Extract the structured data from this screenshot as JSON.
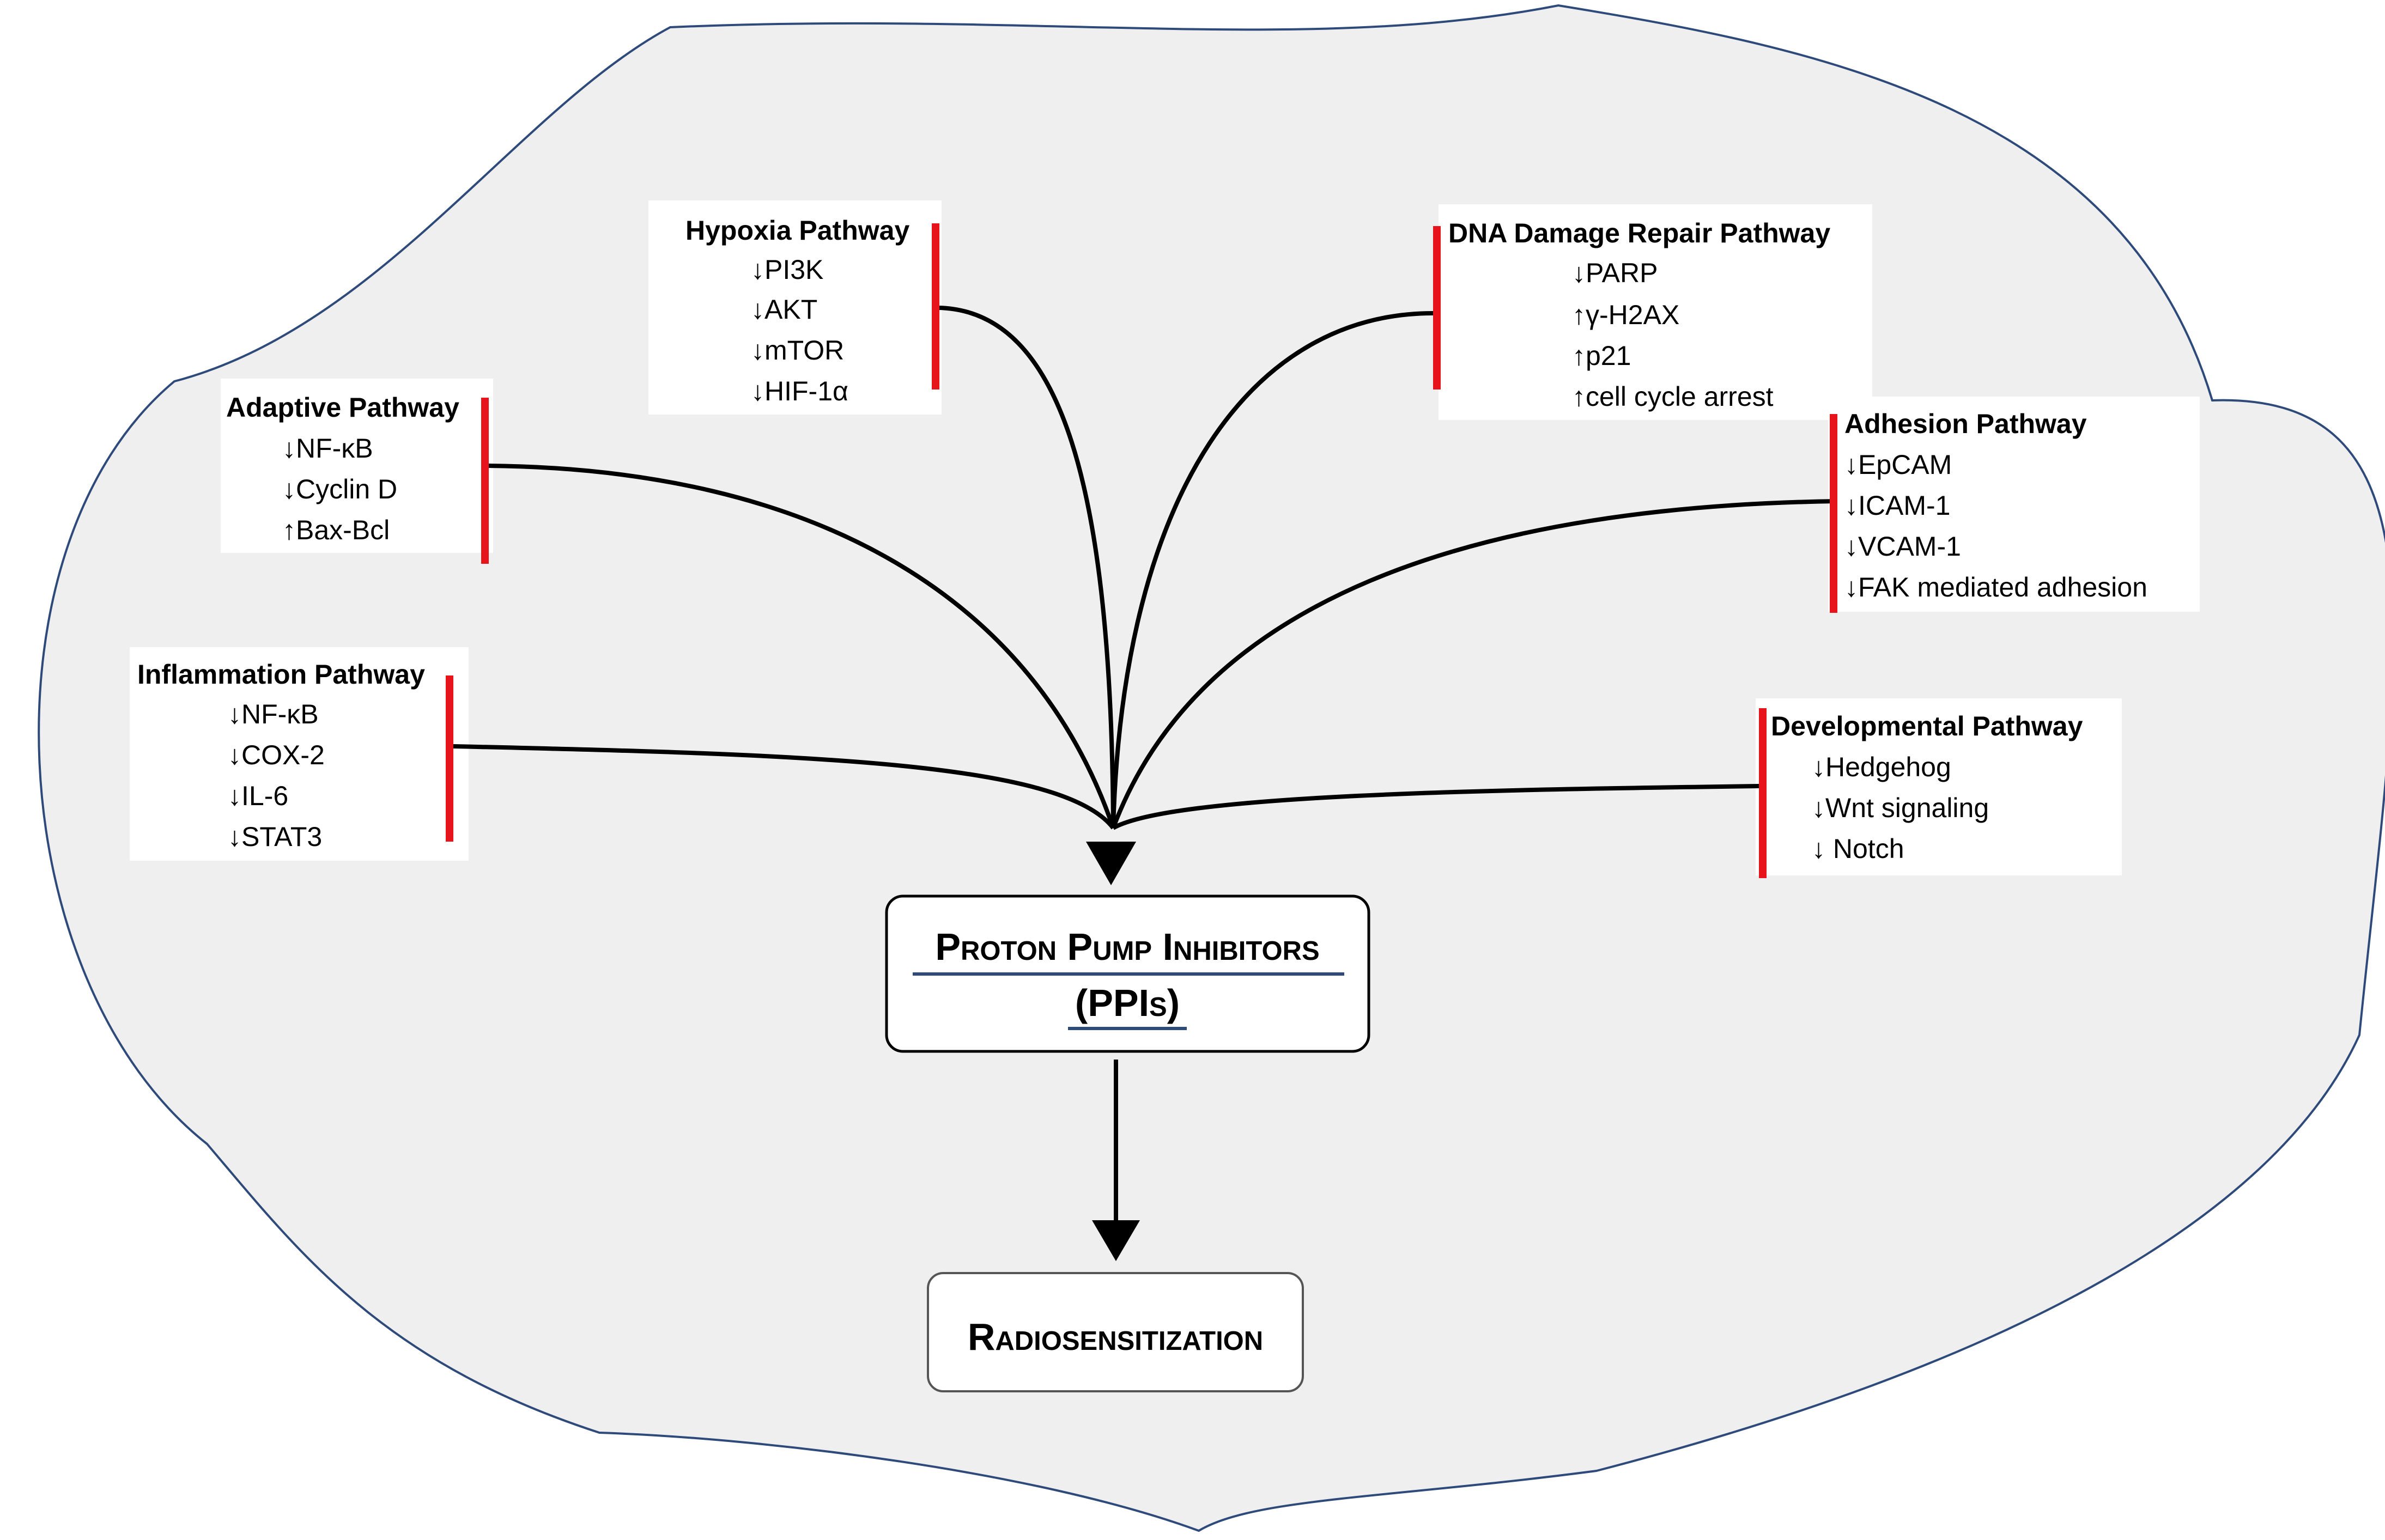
{
  "diagram": {
    "pathways": [
      {
        "id": "hypoxia",
        "title": "Hypoxia Pathway",
        "items": [
          "↓PI3K",
          "↓AKT",
          "↓mTOR",
          "↓HIF-1α"
        ]
      },
      {
        "id": "dna",
        "title": "DNA Damage Repair Pathway",
        "items": [
          "↓PARP",
          "↑γ-H2AX",
          "↑p21",
          "↑cell cycle arrest"
        ]
      },
      {
        "id": "adaptive",
        "title": "Adaptive Pathway",
        "items": [
          "↓NF-κB",
          "↓Cyclin D",
          "↑Bax-Bcl"
        ]
      },
      {
        "id": "adhesion",
        "title": "Adhesion Pathway",
        "items": [
          "↓EpCAM",
          "↓ICAM-1",
          "↓VCAM-1",
          "↓FAK mediated adhesion"
        ]
      },
      {
        "id": "inflammation",
        "title": "Inflammation Pathway",
        "items": [
          "↓NF-κB",
          "↓COX-2",
          "↓IL-6",
          "↓STAT3"
        ]
      },
      {
        "id": "developmental",
        "title": "Developmental Pathway",
        "items": [
          "↓Hedgehog",
          "↓Wnt signaling",
          "↓ Notch"
        ]
      }
    ],
    "center": {
      "line1": "Proton Pump Inhibitors",
      "line2": "(PPIs)"
    },
    "outcome": {
      "label": "Radiosensitization"
    },
    "colors": {
      "background_shape": "#efefef",
      "outline": "#2e4a7a",
      "inhibit_bar": "#e8141c",
      "arrow": "#000000",
      "underline": "#2e4a7a"
    }
  }
}
